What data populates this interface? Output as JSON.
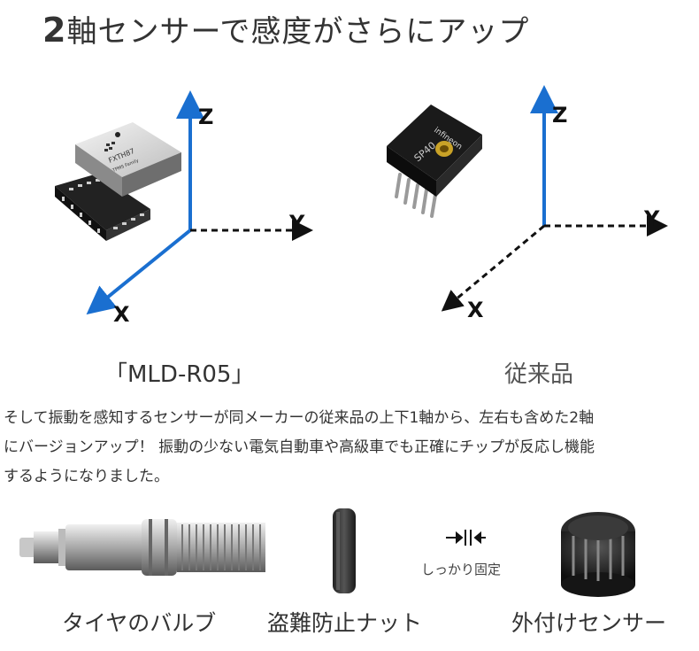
{
  "title": {
    "prefix": "2",
    "text": "軸センサーで感度がさらにアップ"
  },
  "left_diagram": {
    "axis_z": "Z",
    "axis_y": "Y",
    "axis_x": "X",
    "chip_top_text": "FXTH87",
    "chip_sub_text": "TPMS Family",
    "caption": "「MLD-R05」",
    "axis_color": "#1a6fd0"
  },
  "right_diagram": {
    "axis_z": "Z",
    "axis_y": "Y",
    "axis_x": "X",
    "chip_brand": "infineon",
    "chip_model": "SP40",
    "caption": "従来品",
    "axis_color": "#1a6fd0"
  },
  "description": [
    "そして振動を感知するセンサーが同メーカーの従来品の上下1軸から、左右も含めた2軸",
    "にバージョンアップ！ 振動の少ない電気自動車や高級車でも正確にチップが反応し機能",
    "するようになりました。"
  ],
  "parts": {
    "valve_label": "タイヤのバルブ",
    "nut_label": "盗難防止ナット",
    "fix_label": "しっかり固定",
    "sensor_label": "外付けセンサー"
  }
}
